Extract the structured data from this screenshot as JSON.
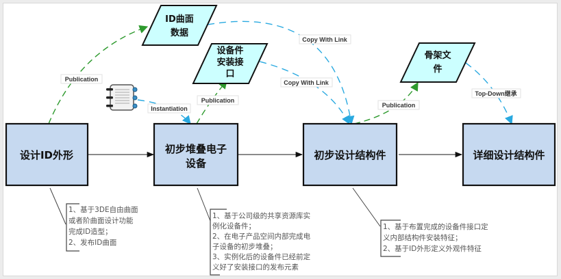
{
  "colors": {
    "process_fill": "#c6d9f0",
    "process_stroke": "#111111",
    "data_fill": "#ccffff",
    "publication_edge": "#2e9a2e",
    "copy_link_edge": "#29a9e0",
    "flow_edge": "#333333",
    "note_stroke": "#444444"
  },
  "processes": [
    {
      "id": "p1",
      "label_lines": [
        "设计ID外形"
      ]
    },
    {
      "id": "p2",
      "label_lines": [
        "初步堆叠电子",
        "设备"
      ]
    },
    {
      "id": "p3",
      "label_lines": [
        "初步设计结构件"
      ]
    },
    {
      "id": "p4",
      "label_lines": [
        "详细设计结构件"
      ]
    }
  ],
  "data_objects": [
    {
      "id": "d1",
      "label_lines": [
        "ID曲面",
        "数据"
      ]
    },
    {
      "id": "d2",
      "label_lines": [
        "设备件",
        "安装接",
        "口"
      ]
    },
    {
      "id": "d3",
      "label_lines": [
        "骨架文",
        "件"
      ]
    }
  ],
  "resource_icon": {
    "name": "component-library-icon"
  },
  "edges": [
    {
      "from": "p1",
      "to": "d1",
      "type": "publication",
      "label": "Publication"
    },
    {
      "from": "p2",
      "to": "d2",
      "type": "publication",
      "label": "Publication"
    },
    {
      "from": "p3",
      "to": "d3",
      "type": "publication",
      "label": "Publication"
    },
    {
      "from": "d1",
      "to": "p3",
      "type": "copy",
      "label": "Copy With Link"
    },
    {
      "from": "d2",
      "to": "p3",
      "type": "copy",
      "label": "Copy With Link"
    },
    {
      "from": "d3",
      "to": "p4",
      "type": "copy",
      "label": "Top-Down继承"
    },
    {
      "from": "resource",
      "to": "p2",
      "type": "copy",
      "label": "Instantiation"
    },
    {
      "from": "p1",
      "to": "p2",
      "type": "flow",
      "label": ""
    },
    {
      "from": "p2",
      "to": "p3",
      "type": "flow",
      "label": ""
    },
    {
      "from": "p3",
      "to": "p4",
      "type": "flow",
      "label": ""
    }
  ],
  "notes": [
    {
      "attached_to": "p1",
      "lines": [
        "1、基于3DE自由曲面",
        "或者阶曲面设计功能",
        "完成ID造型；",
        "2、发布ID曲面"
      ]
    },
    {
      "attached_to": "p2",
      "lines": [
        "1、基于公司级的共享资源库实",
        "例化设备件；",
        "2、在电子产品空间内部完成电",
        "子设备的初步堆叠；",
        "3、实例化后的设备件已经前定",
        "义好了安装接口的发布元素"
      ]
    },
    {
      "attached_to": "p3",
      "lines": [
        "1、基于布置完成的设备件接口定",
        "义内部结构件安装特征；",
        "2、基于ID外形定义外观件特征"
      ]
    }
  ]
}
